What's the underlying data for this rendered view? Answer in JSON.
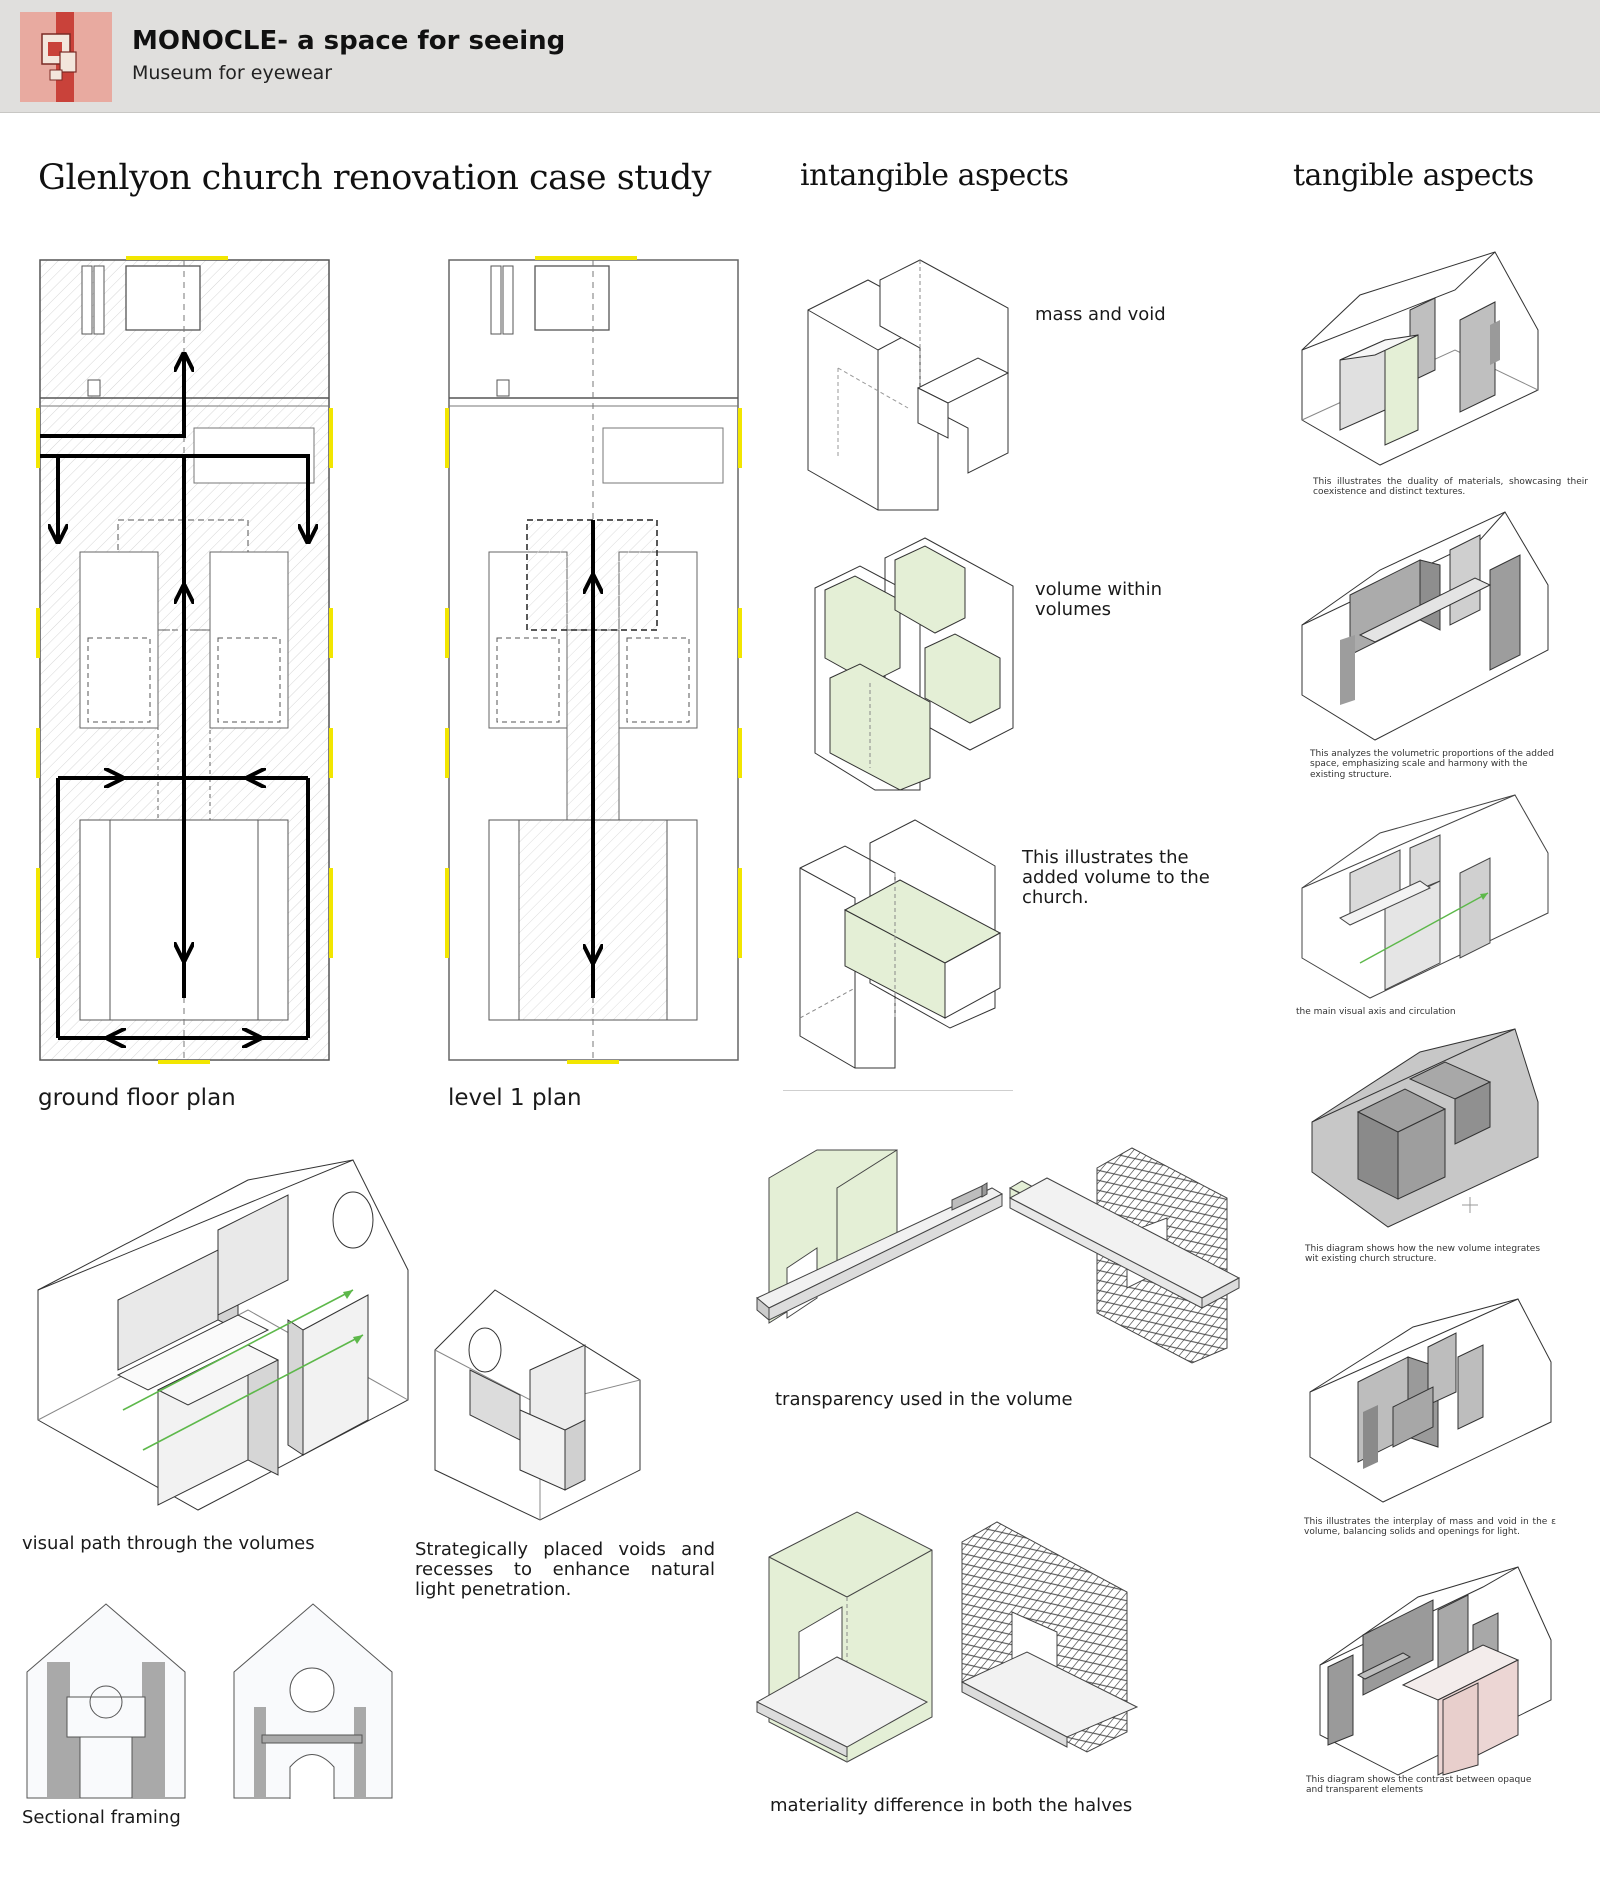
{
  "header": {
    "title": "MONOCLE- a space for seeing",
    "subtitle": "Museum for eyewear"
  },
  "case_study": {
    "title": "Glenlyon church renovation case study",
    "ground_floor_label": "ground floor plan",
    "level1_label": "level 1 plan",
    "visual_path_caption": "visual path through the volumes",
    "voids_caption": "Strategically placed voids and recesses to enhance natural light penetration.",
    "sectional_caption": "Sectional framing"
  },
  "intangible": {
    "title": "intangible aspects",
    "mass_void": "mass  and void",
    "volume_within": "volume within volumes",
    "added_volume": "This illustrates the added volume to the church.",
    "transparency": "transparency used in the volume",
    "materiality": "materiality difference in both the halves"
  },
  "tangible": {
    "title": "tangible aspects",
    "notes": [
      "This illustrates the duality of materials, showcasing their coexistence and distinct textures.",
      "This analyzes the volumetric proportions of the added space, emphasizing scale and harmony with the existing structure.",
      "the main visual axis and circulation",
      "This diagram shows how the new volume integrates wit existing church structure.",
      "This illustrates the interplay of mass and void in the ε volume, balancing solids and openings for light.",
      "This diagram shows the contrast between opaque and transparent elements"
    ]
  },
  "colors": {
    "header_bg": "#e0dfdd",
    "accent_yellow": "#f2e600",
    "glass_green": "#e4efd6",
    "arrow_green": "#5db84a",
    "pink_volume": "#ecd6d4",
    "solid_grey": "#bdbdbd"
  }
}
